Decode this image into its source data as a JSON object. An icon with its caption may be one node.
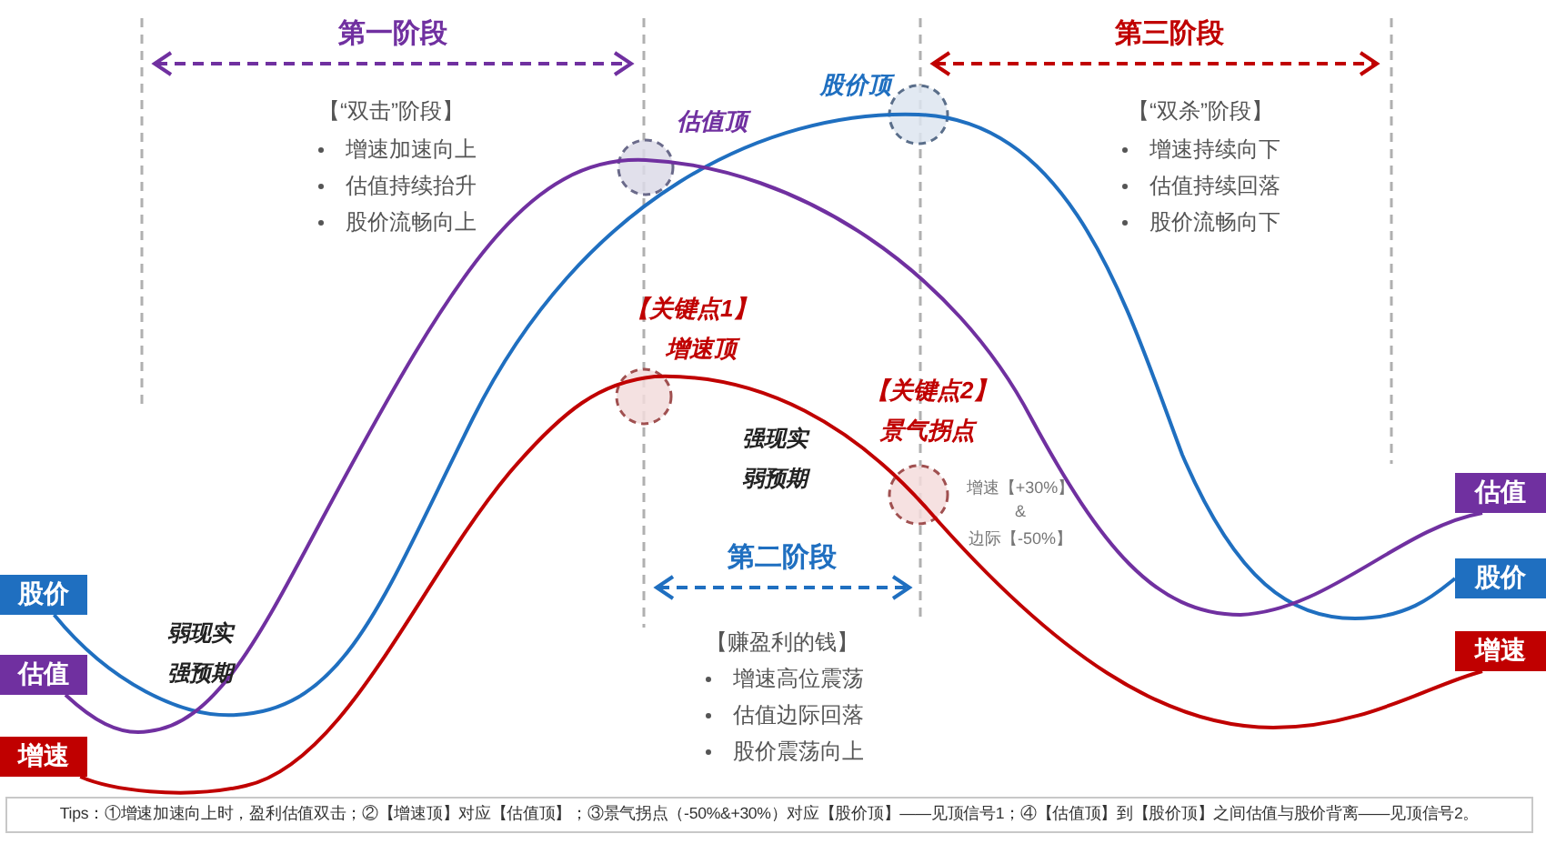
{
  "diagram": {
    "nodes": [
      {
        "text": [
          "股价"
        ]
      },
      {
        "text": [
          "估值"
        ]
      },
      {
        "text": [
          "增速"
        ]
      },
      {
        "text": [
          "估值"
        ]
      },
      {
        "text": [
          "股价"
        ]
      },
      {
        "text": [
          "增速"
        ]
      }
    ],
    "edges": [
      {
        "from": 0,
        "to": 4,
        "arrow": "none",
        "color": "#1f6fc0"
      },
      {
        "from": 1,
        "to": 3,
        "arrow": "none",
        "color": "#7030a0"
      },
      {
        "from": 2,
        "to": 5,
        "arrow": "none",
        "color": "#c00000"
      }
    ],
    "labels": [
      "第一阶段",
      "【“双击”阶段】",
      "增速加速向上",
      "估值持续抬升",
      "股价流畅向上",
      "第三阶段",
      "【“双杀”阶段】",
      "增速持续向下",
      "估值持续回落",
      "股价流畅向下",
      "强现实弱预期",
      "弱现实强预期",
      "第二阶段",
      "【赚盈利的钱】",
      "增速高位震荡",
      "估值边际回落",
      "股价震荡向上",
      "增速【+30%】",
      "&",
      "边际【-50%】",
      "估值顶",
      "股价顶",
      "【关键点1】",
      "增速顶",
      "【关键点2】",
      "景气拐点",
      "Tips：①增速加速向上时，盈利估值双击；②【增速顶】对应【估值顶】；③景气拐点（-50%&+30%）对应【股价顶】——见顶信号1；④【估值顶】到【股价顶】之间估值与股价背离——见顶信号2。"
    ]
  }
}
